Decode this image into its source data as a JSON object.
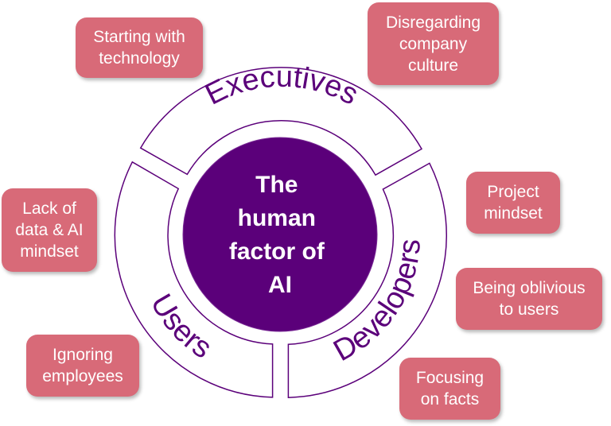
{
  "center": {
    "lines": [
      "The",
      "human",
      "factor of",
      "AI"
    ],
    "color": "#5b007a"
  },
  "segments": [
    {
      "label": "Executives"
    },
    {
      "label": "Developers"
    },
    {
      "label": "Users"
    }
  ],
  "boxes": {
    "starting_with_technology": [
      "Starting with",
      "technology"
    ],
    "disregarding_company_culture": [
      "Disregarding",
      "company",
      "culture"
    ],
    "lack_of_data_ai_mindset": [
      "Lack of",
      "data & AI",
      "mindset"
    ],
    "project_mindset": [
      "Project",
      "mindset"
    ],
    "being_oblivious_to_users": [
      "Being oblivious",
      "to users"
    ],
    "ignoring_employees": [
      "Ignoring",
      "employees"
    ],
    "focusing_on_facts": [
      "Focusing",
      "on facts"
    ]
  },
  "colors": {
    "box": "#d86a78",
    "ring": "#5b007a",
    "text_on_dark": "#ffffff"
  }
}
